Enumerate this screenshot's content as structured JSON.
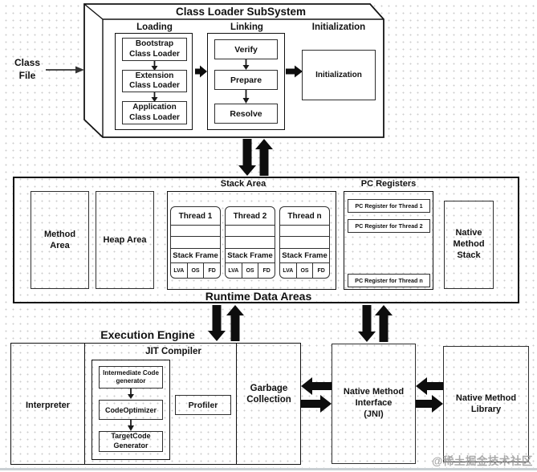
{
  "colors": {
    "line": "#111111",
    "dot_grid": "#cdcdcd",
    "watermark": "#9b9b9b",
    "bottom_bar": "#c9cfd3"
  },
  "class_file_label": "Class\nFile",
  "class_loader_subsystem": {
    "title": "Class Loader SubSystem",
    "loading": {
      "label": "Loading",
      "bootstrap": "Bootstrap\nClass Loader",
      "extension": "Extension\nClass Loader",
      "application": "Application\nClass Loader"
    },
    "linking": {
      "label": "Linking",
      "verify": "Verify",
      "prepare": "Prepare",
      "resolve": "Resolve"
    },
    "initialization": {
      "label": "Initialization",
      "box": "Initialization"
    }
  },
  "runtime_data_areas": {
    "title": "Runtime Data Areas",
    "method_area": "Method\nArea",
    "heap_area": "Heap Area",
    "stack_area": {
      "label": "Stack Area",
      "threads": [
        {
          "title": "Thread 1",
          "frame": "Stack Frame",
          "cells": [
            "LVA",
            "OS",
            "FD"
          ]
        },
        {
          "title": "Thread 2",
          "frame": "Stack Frame",
          "cells": [
            "LVA",
            "OS",
            "FD"
          ]
        },
        {
          "title": "Thread n",
          "frame": "Stack Frame",
          "cells": [
            "LVA",
            "OS",
            "FD"
          ]
        }
      ]
    },
    "pc_registers": {
      "label": "PC Registers",
      "items": [
        "PC Register for Thread 1",
        "PC Register for Thread 2",
        "PC Register for Thread n"
      ]
    },
    "native_method_stack": "Native\nMethod\nStack"
  },
  "execution_engine": {
    "title": "Execution Engine",
    "interpreter": "Interpreter",
    "jit_compiler": {
      "label": "JIT Compiler",
      "intermediate_code_generator": "Intermediate Code\ngenerator",
      "code_optimizer": "CodeOptimizer",
      "target_code_generator": "TargetCode\nGenerator",
      "profiler": "Profiler"
    },
    "garbage_collection": "Garbage\nCollection"
  },
  "jni_box": "Native Method\nInterface\n(JNI)",
  "native_method_library": "Native Method\nLibrary",
  "watermark": "@稀土掘金技术社区"
}
